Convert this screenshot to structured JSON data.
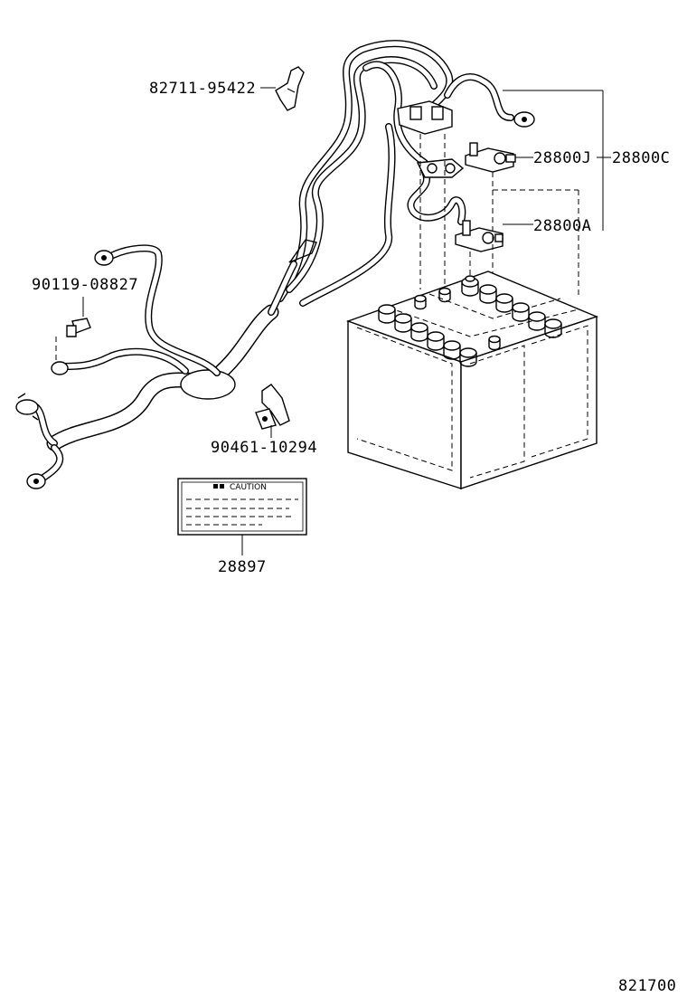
{
  "diagram": {
    "part_numbers": {
      "clamp_top": "82711-95422",
      "bolt": "90119-08827",
      "clamp_bottom": "90461-10294",
      "caution_label": "28897",
      "terminal_j": "28800J",
      "terminal_c": "28800C",
      "terminal_a": "28800A"
    },
    "caution_label_title": "CAUTION",
    "illustration_code": "821700"
  }
}
